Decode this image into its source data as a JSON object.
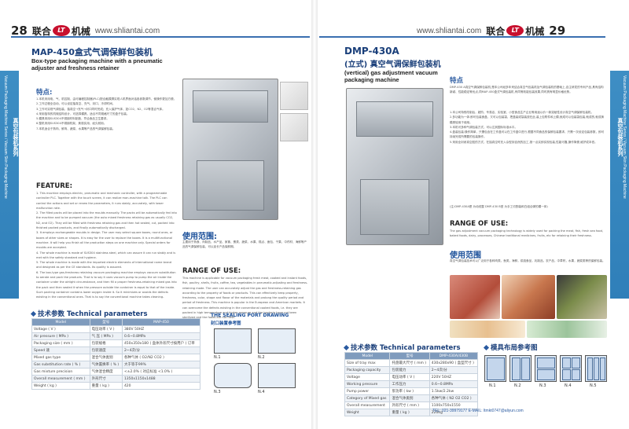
{
  "left_page": {
    "page_number": "28",
    "brand_cn": "联合",
    "brand_mark": "LT",
    "brand_suffix": "机械",
    "website": "www.shliantai.com",
    "title_cn": "MAP-450盒式气调保鲜包装机",
    "title_en": "Box-type packaging machine with a pneumatic adjuster and freshness retainer",
    "side_en": "Vacuum Packaging Machine Series / Vacuum Skin Packaging Machine",
    "side_cn": "真空包装机系列",
    "features_heading": "特点:",
    "features_cn": [
      "1.本机采用电、气、机控制，由可编程控制器(PLC)配合触摸屏实现人机界面对话各参数调节，使操作更加方便。",
      "2.工作过程全自动，可以设定抽真空、充气、封口、冷却时间。",
      "3.工作可实现气调包装，抽真空→充气→封口同时完成；充入保护气体，如CO2、N2、O2等混合气体。",
      "4.采用独特的机械结构设计，可选择模具，适合不同规格尺寸的盒子包装。",
      "5.模具采用SUS304不锈钢材料制造，符合食品卫生要求。",
      "6.整机采用SUS304不锈钢机架，美观实用，经久耐用。",
      "7.本机适合于熟肉、鲜肉、蔬菜、水果等产品的气调保鲜包装。"
    ],
    "feature_heading_en": "FEATURE:",
    "features_en": [
      "1. This machine employs electric, pneumatic and mechanic controller, with a programmable controller PLC. Together with the touch screen, it can realize man-machine talk. The PLC can control the actions and set or renew the parameters, it runs stably, accurately, with lower malfunction rate.",
      "2. The filled packs will be placed into the moulds manually. The packs will be automatically fed into the machine and to be pumped vacuum (the auto mixed freshness retaining gas as usually CO2, N2, and O2). They will be filled with freshness retaining gas and then hot sealed, cut, packed into finished packed products, and finally automatically discharged.",
      "3. It employs exchangeable moulds in design. The user may select square boxes, round ones, or boxes of other sizes or shapes. It is easy for the user to replace the boxes. It is a multifunctional machine. It will help you finish all the production steps on one machine only. Special orders for moulds are accepted.",
      "4. The whole machine is made of SUS304 stainless steel, which can assure it can run stably and is met with the safety standard and hygiene.",
      "5. The whole machine is made with the imported electric elements of international name brand and designed as per the CE standards. Its quality is assured.",
      "6. The box-type gas-freshness retaining vacuum packaging machine employs vacuum substitution to aerate and pack the products. That is to say it uses vacuum pump to pump the air inside the container under the airtight circumstance, and then fill a proper freshness-retaining mixed gas into the pack and then sealed it when the pressure outside the container is equal to that of the inside. Such packing container contains lower oxygen inside it. So it minimizes or avoids the defects existing in the conventional ones. That is to say the conventional machine takes cleaning-compensation mode to pack. So it contains much oxygen and its freshness result is not ideal. The foods packed in gas adjustment will keep its original flavor, taste, color, shape and nutrient. All the same time, their freshness can be kept for a long time."
    ],
    "scope_heading": "使用范围:",
    "scope_cn": "主要用于熟食、肉制品、水产品、家禽、蛋类、蔬菜、水果、糕点、面包、干果、中药材、海鲜等产品的气调保鲜包装，可以延长产品保鲜期。",
    "scope_heading_en": "RANGE OF USE:",
    "scope_en": "This machine is applicable for vacuum packaging fresh meat, cooked and instant foods, fish, poultry, shells, fruits, coffee, tea, vegetables in pneumatic-adjusting and freshness-retaining mode. The user can accurately adjust the gas and freshness-retaining gas according to the property of foods or products. This can effectively keep property, freshness, color, shape and flavor of the materials and prolong the quality period and period of freshness. This machine is popular in the European and American markets. It can overcome the defects existing in the conventional cooked foods, i.e. they are packed in high temperature and higher pressure and the bacteria have not been sterilized and the foods are not fresh.",
    "tech_heading": "技术参数 Technical parameters",
    "tech_table": {
      "headers": [
        "Model",
        "型号",
        "MAP-450"
      ],
      "rows": [
        [
          "Voltage ( V )",
          "电压动率 ( V )",
          "380V 50HZ"
        ],
        [
          "Air pressure ( MPa )",
          "气 压 ( MPa )",
          "0.6~0.8MPa"
        ],
        [
          "Packaging size ( mm )",
          "包装规格",
          "450x350x180 ( 盒体外形尺寸按用户 ) 订单"
        ],
        [
          "Speed 速",
          "包装速度",
          "2~4次/分"
        ],
        [
          "Mixed gas type",
          "混合气体类别",
          "各种气体 ( O2/N2 CO2 )"
        ],
        [
          "Gas substitution rate ( % )",
          "气体置换率 ( % )",
          "大于等于99%"
        ],
        [
          "Gas mixture precision",
          "气体混合精度",
          "<±2.0% ( 对应标准 <1.0% )"
        ],
        [
          "Overall measurement ( mm )",
          "外形尺寸",
          "1350x1150x1488"
        ],
        [
          "Weight ( kg )",
          "重量 ( kg )",
          "420"
        ]
      ]
    },
    "seal_heading_en": "THE SEALING PORT DRAWING",
    "seal_heading_cn": "封口装置参考图",
    "seal_labels": [
      "N.1",
      "N.2",
      "N.3",
      "N.4"
    ]
  },
  "right_page": {
    "page_number": "29",
    "brand_cn": "联合",
    "brand_mark": "LT",
    "brand_suffix": "机械",
    "website": "www.shliantai.com",
    "title_model": "DMP-430A",
    "title_cn": "(立式) 真空气调保鲜包装机",
    "title_en": "(vertical) gas adjustment vacuum packaging machine",
    "side_en": "Vacuum Packaging Machine Series / Vacuum Skin Packaging Machine",
    "side_cn": "真空包装机系列",
    "features_heading": "特点",
    "features_intro": "DMP-430 A真空气调保鲜包装机,是本公司经多年来结合真空气包装机及气调包装机的基础上,自主研发的专利产品,具有结构新颖、性能稳定等优点,同MAP-450盒式气调包装机,有同等效能包装效果,同时具有明显价格优势。",
    "features_cn": [
      "1.本公司特别改制后，超阶、专易店、实验室、小型食品生产企业等用途以价一款突破性设计真空气调保鲜包装机。",
      "2.多功能为一体:即可包装食盒，又可以包装袋，把盒装或袋装放在此,装上包附件和上模,就成可以包装袋包装,就成的,就成换模具较用于使用。",
      "3.本机可多种气调包装方式，可以达到国际标准水平。",
      "4.盒装包装:操作简单，只需包含在工作盒可以在工作盒中进行,根据不同食品的保鲜包装要求，只需一次设定包装参数，即可持续完成所需要的包装操作。",
      "5.采用全封闭真空腔的方式，在抽真空时充入杂型到自然的加工,按一点实即实现包装,性能可靠,操作简便,维护成本低。"
    ],
    "feature_note": "(注:DMP-430A是 为动线整 DMP-430 B型 为手工切割装和白组合弹的模一体)",
    "scope_heading_en": "RANGE OF USE:",
    "scope_en": "The gas adjustment vacuum packaging technology is widely used for packing the meat, fish, fresh sea food, baked foods, dairy, processes, Chinese traditional medicines, fruits, etc for retaining their freshness.",
    "scope_heading": "使用范围",
    "scope_cn": "真空气调包装技术可以广泛用于各种肉类，鱼类，海鲜，烘焙食品，乳制品，农产品，中草药，水果，蔬菜类等的保鲜包装。",
    "tech_heading": "技术参数 Technical parameters",
    "tech_table": {
      "headers": [
        "Model",
        "型号",
        "DMP-430A/430B"
      ],
      "rows": [
        [
          "Size of tray max",
          "托盘最大尺寸 ( mm )",
          "430x280x90 ( 盒型尺寸 )"
        ],
        [
          "Packaging capacity",
          "包装能力",
          "2~4次/分"
        ],
        [
          "Voltage",
          "电压动率 ( V )",
          "220V 50HZ"
        ],
        [
          "Working pressure",
          "工作压力",
          "0.6~0.8MPa"
        ],
        [
          "Pump power",
          "泵功率 ( kw )",
          "1.5kw/2.2kw"
        ],
        [
          "Category of Mixed gas",
          "混合气体类别",
          "各种气体 ( N2 O2 CO2 )"
        ],
        [
          "Overall measurement",
          "外形尺寸 ( mm )",
          "1100x750x1550"
        ],
        [
          "Weight",
          "重量 ( kg )",
          "220kg"
        ]
      ]
    },
    "layout_heading_cn": "模具布局参考图",
    "layout_labels": [
      "N.1",
      "N.2",
      "N.3",
      "N.4",
      "N.5"
    ],
    "footer": "TEL: 021-39979177   E-MAIL: ltmkt0747@aliyun.com"
  }
}
